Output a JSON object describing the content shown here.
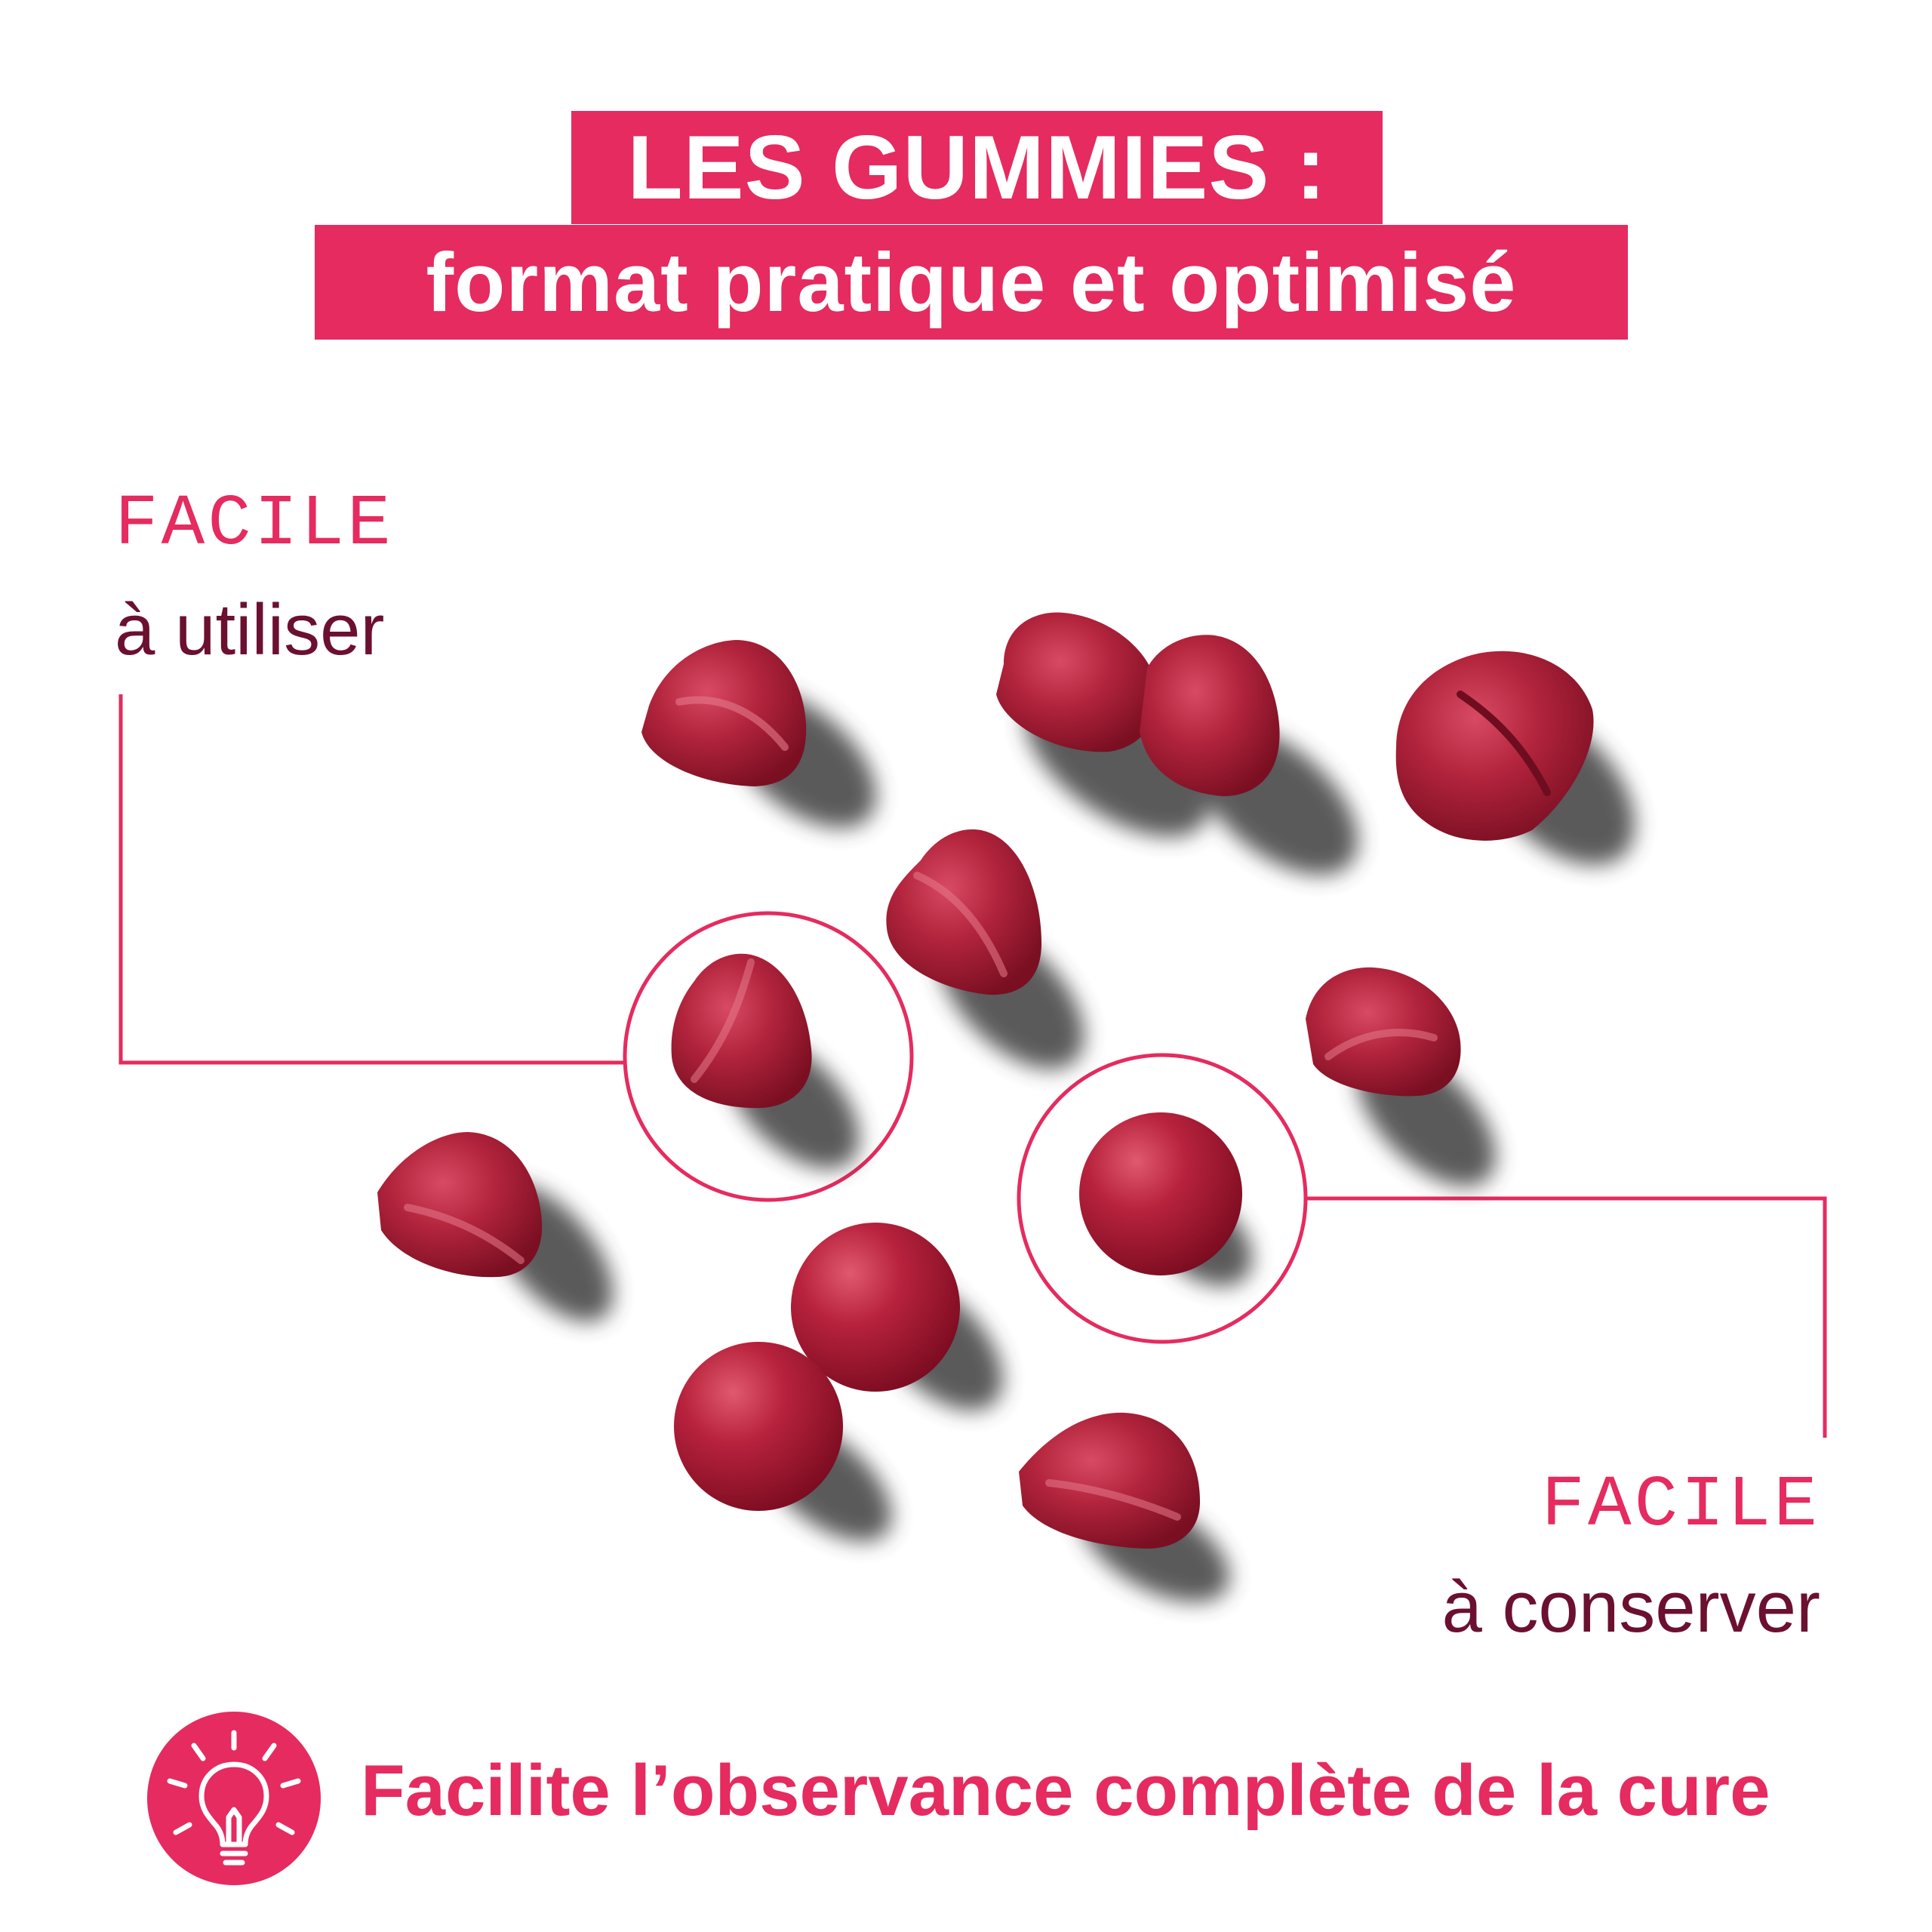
{
  "title": {
    "line1": "LES GUMMIES :",
    "line2": "format pratique et optimisé"
  },
  "callouts": [
    {
      "key": "FACILE",
      "text": "à utiliser"
    },
    {
      "key": "FACILE",
      "text": "à conserver"
    }
  ],
  "footer": {
    "icon": "lightbulb-icon",
    "text": "Facilite l’observance complète de la cure"
  },
  "colors": {
    "accent": "#e52b5f",
    "dark_text": "#6b1030",
    "gummy": "#a81b33",
    "shadow": "#3a3a3a",
    "background": "#ffffff"
  }
}
